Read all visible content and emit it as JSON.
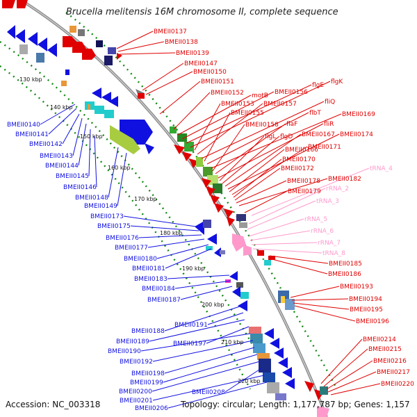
{
  "title": "Brucella melitensis 16M chromosome II, complete sequence",
  "accession": "Accession: NC_003318",
  "topology": "Topology: circular; Length: 1,177,787 bp; Genes: 1,157",
  "colors": {
    "plus_gene": "#e00000",
    "minus_gene": "#1010e0",
    "rna": "#ff99cc",
    "backbone": "#999999",
    "tick": "#118811"
  },
  "kbp_labels": [
    "130 kbp",
    "140 kbp",
    "150 kbp",
    "160 kbp",
    "170 kbp",
    "180 kbp",
    "190 kbp",
    "200 kbp",
    "210 kbp",
    "220 kbp"
  ],
  "red_labels": [
    "BMEII0137",
    "BMEII0138",
    "BMEII0139",
    "BMEII0147",
    "BMEII0150",
    "BMEII0151",
    "BMEII0152",
    "motB",
    "BMEII0156",
    "flgE",
    "flgK",
    "BMEII0153",
    "BMEII0157",
    "fliQ",
    "BMEII0155",
    "flbT",
    "BMEII0169",
    "BMEII0158",
    "flaF",
    "fliR",
    "flgL",
    "flgD",
    "BMEII0167",
    "BMEII0174",
    "BMEII0166",
    "BMEII0171",
    "BMEII0170",
    "BMEII0172",
    "BMEII0178",
    "BMEII0182",
    "BMEII0179",
    "BMEII0185",
    "BMEII0186",
    "BMEII0193",
    "BMEII0194",
    "BMEII0195",
    "BMEII0196",
    "BMEII0214",
    "BMEII0215",
    "BMEII0216",
    "BMEII0217",
    "BMEII0220"
  ],
  "pink_labels": [
    "tRNA_4",
    "rRNA_2",
    "tRNA_3",
    "rRNA_5",
    "rRNA_6",
    "rRNA_7",
    "tRNA_8"
  ],
  "blue_labels": [
    "BMEII0140",
    "BMEII0141",
    "BMEII0142",
    "BMEII0143",
    "BMEII0144",
    "BMEII0145",
    "BMEII0146",
    "BMEII0148",
    "BMEII0149",
    "BMEII0173",
    "BMEII0175",
    "BMEII0176",
    "BMEII0177",
    "BMEII0180",
    "BMEII0181",
    "BMEII0183",
    "BMEII0184",
    "BMEII0187",
    "BMEII0188",
    "BMEII0191",
    "BMEII0189",
    "BMEII0197",
    "BMEII0190",
    "BMEII0192",
    "BMEII0198",
    "BMEII0199",
    "BMEII0200",
    "BMEII0208",
    "BMEII0201",
    "BMEII0206"
  ]
}
